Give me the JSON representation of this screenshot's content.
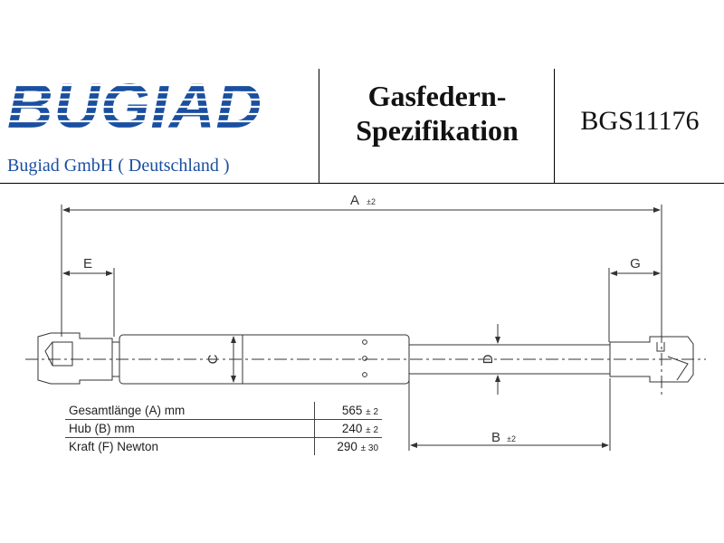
{
  "logo": {
    "text": "BUGIAD",
    "color": "#1a4fa0"
  },
  "company": "Bugiad GmbH ( Deutschland )",
  "title": {
    "line1": "Gasfedern-",
    "line2": "Spezifikation"
  },
  "part_number": "BGS11176",
  "dimensions": {
    "A": "A",
    "A_tol": "±2",
    "B": "B",
    "B_tol": "±2",
    "C": "C",
    "D": "D",
    "E": "E",
    "G": "G"
  },
  "specs": [
    {
      "label": "Gesamtlänge (A) mm",
      "value": "565",
      "tol": "± 2"
    },
    {
      "label": "Hub (B)  mm",
      "value": "240",
      "tol": "± 2"
    },
    {
      "label": "Kraft (F) Newton",
      "value": "290",
      "tol": "± 30"
    }
  ]
}
